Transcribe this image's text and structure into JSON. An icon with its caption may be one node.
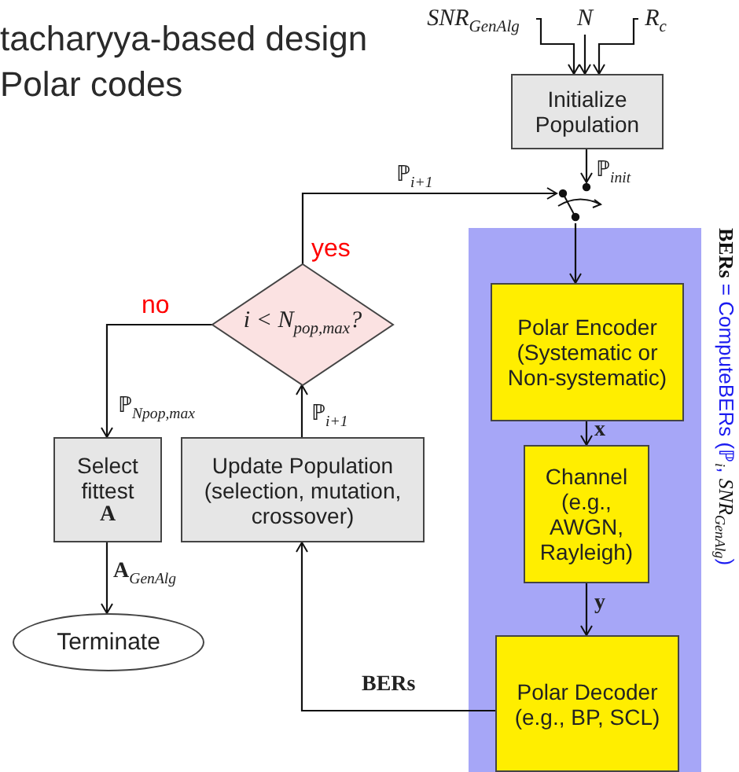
{
  "diagram": {
    "title": "tacharyya-based design Polar codes",
    "nodes": [
      {
        "text": [
          "Initialize Population"
        ]
      },
      {
        "text": [
          "SNR$_{GenAlg}$"
        ]
      },
      {
        "text": [
          "N"
        ]
      },
      {
        "text": [
          "R$_{c}$"
        ]
      },
      {
        "text": [],
        "shape": "switch"
      },
      {
        "text": [
          "**BERs** = ComputeBERs (ℙ$_{i}$, *SNR*$_{GenAlg}$)"
        ]
      },
      {
        "text": [
          "Polar Encoder (Systematic or Non-systematic)"
        ],
        "in": 5
      },
      {
        "text": [
          "Channel (e.g., AWGN, Rayleigh)"
        ],
        "in": 5
      },
      {
        "text": [
          "Polar Decoder (e.g., BP, SCL)"
        ],
        "in": 5
      },
      {
        "text": [
          "i < N$_{pop,max}$?"
        ]
      },
      {
        "text": [
          "Update Population (selection, mutation, crossover)"
        ]
      },
      {
        "text": [
          "Select fittest",
          "A"
        ]
      },
      {
        "text": [
          "Terminate"
        ]
      }
    ],
    "edges": [
      {
        "from": 1,
        "to": 0,
        "arrow": "to"
      },
      {
        "from": 2,
        "to": 0,
        "arrow": "to"
      },
      {
        "from": 3,
        "to": 0,
        "arrow": "to"
      },
      {
        "from": 0,
        "to": 4,
        "arrow": "to",
        "label": "ℙ$_{init}$"
      },
      {
        "from": 9,
        "to": 4,
        "arrow": "to",
        "label": "ℙ$_{i+1}$"
      },
      {
        "from": 4,
        "to": 6,
        "arrow": "to"
      },
      {
        "from": 6,
        "to": 7,
        "arrow": "to",
        "label": "x"
      },
      {
        "from": 7,
        "to": 8,
        "arrow": "to",
        "label": "y"
      },
      {
        "from": 8,
        "to": 10,
        "arrow": "to",
        "label": "BERs"
      },
      {
        "from": 10,
        "to": 9,
        "arrow": "to",
        "label": "ℙ$_{i+1}$"
      },
      {
        "from": 9,
        "to": 11,
        "arrow": "to",
        "label": "ℙ$_{Npop,max}$"
      },
      {
        "from": 11,
        "to": 12,
        "arrow": "to",
        "label": "**A**$_{GenAlg}$"
      }
    ],
    "labels": [
      "yes",
      "no"
    ]
  }
}
